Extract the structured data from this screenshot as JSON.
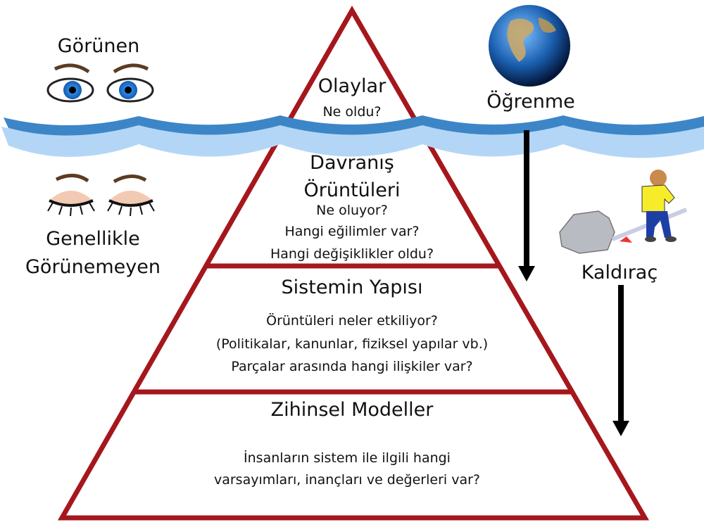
{
  "left_labels": {
    "visible": "Görünen",
    "mostly_invisible_1": "Genellikle",
    "mostly_invisible_2": "Görünemeyen"
  },
  "right_labels": {
    "learning": "Öğrenme",
    "leverage": "Kaldıraç"
  },
  "pyramid": {
    "events": {
      "title": "Olaylar",
      "question": "Ne oldu?"
    },
    "patterns": {
      "title_1": "Davranış",
      "title_2": "Örüntüleri",
      "questions": [
        "Ne oluyor?",
        "Hangi eğilimler var?",
        "Hangi değişiklikler oldu?"
      ]
    },
    "structure": {
      "title": "Sistemin Yapısı",
      "questions": [
        "Örüntüleri neler etkiliyor?",
        "(Politikalar, kanunlar, fiziksel yapılar vb.)",
        "Parçalar arasında hangi ilişkiler var?"
      ]
    },
    "mental_models": {
      "title": "Zihinsel Modeller",
      "questions": [
        "İnsanların sistem ile ilgili hangi",
        "varsayımları, inançları ve değerleri var?"
      ]
    }
  },
  "colors": {
    "pyramid": "#a5171c",
    "water_dark": "#3c86c8",
    "water_light": "#b4d6f6"
  }
}
